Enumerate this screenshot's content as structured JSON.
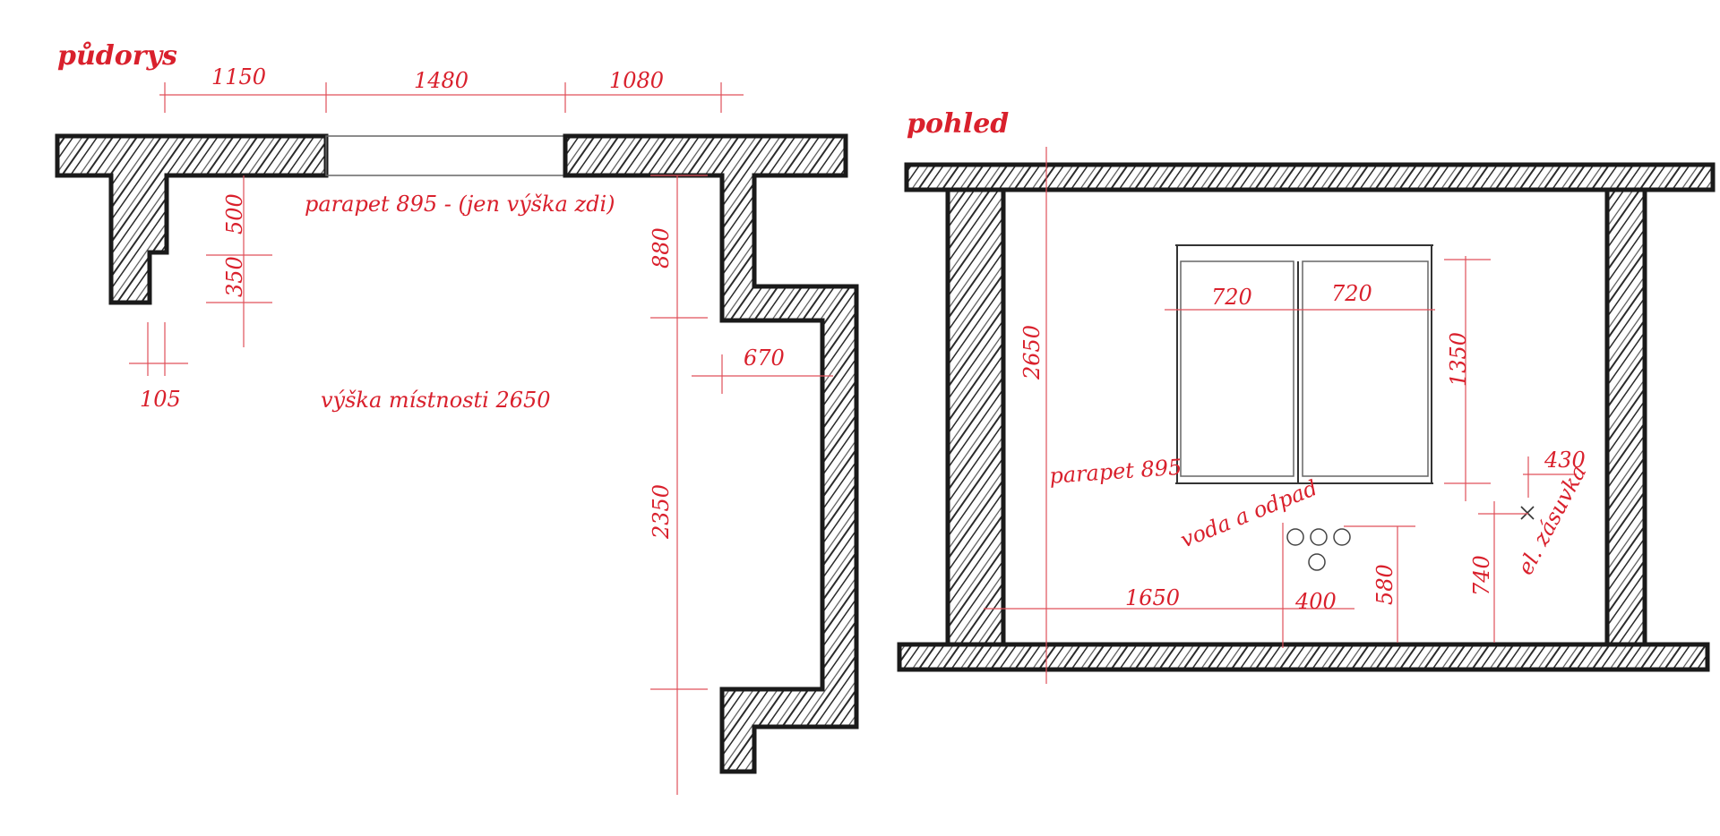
{
  "floorplan": {
    "title": "půdorys",
    "dims": {
      "d1150": "1150",
      "d1480": "1480",
      "d1080": "1080",
      "d500": "500",
      "d350": "350",
      "d105": "105",
      "d880": "880",
      "d670": "670",
      "d2350": "2350"
    },
    "notes": {
      "parapet": "parapet 895 - (jen výška zdi)",
      "room_height": "výška místnosti 2650"
    }
  },
  "elevation": {
    "title": "pohled",
    "dims": {
      "d2650": "2650",
      "d720a": "720",
      "d720b": "720",
      "d1350": "1350",
      "d430": "430",
      "d740": "740",
      "d1650": "1650",
      "d400": "400",
      "d580": "580"
    },
    "notes": {
      "parapet": "parapet 895",
      "water": "voda a odpad",
      "socket": "el. zásuvka"
    }
  },
  "colors": {
    "annotation": "#d9202c",
    "wall_outline": "#1a1a1a",
    "wall_hatch": "#2a2a2a"
  }
}
